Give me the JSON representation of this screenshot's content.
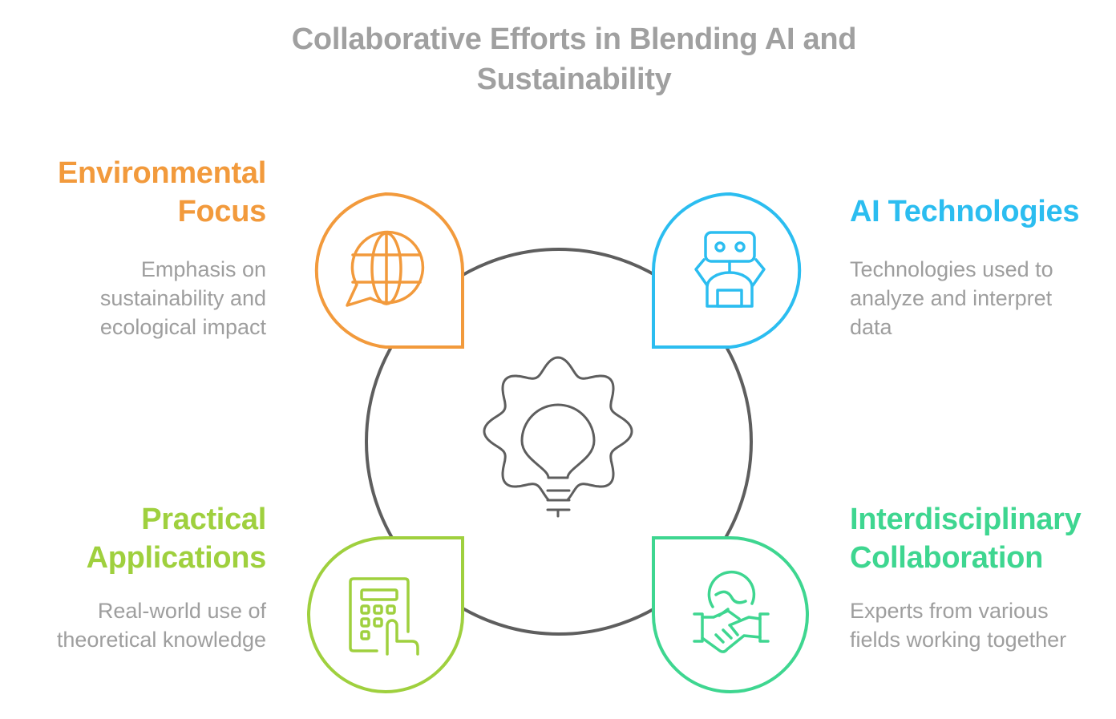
{
  "title": {
    "line1": "Collaborative Efforts in Blending AI and",
    "line2": "Sustainability"
  },
  "center": {
    "icon": "lightbulb-gear-icon"
  },
  "items": [
    {
      "heading_lines": [
        "Environmental",
        "Focus"
      ],
      "description_lines": [
        "Emphasis on",
        "sustainability and",
        "ecological impact"
      ],
      "color": "#f29a3c",
      "icon": "globe-chat-icon"
    },
    {
      "heading_lines": [
        "AI Technologies"
      ],
      "description_lines": [
        "Technologies used to",
        "analyze and interpret",
        "data"
      ],
      "color": "#2bbdf0",
      "icon": "robot-icon"
    },
    {
      "heading_lines": [
        "Practical",
        "Applications"
      ],
      "description_lines": [
        "Real-world use of",
        "theoretical knowledge"
      ],
      "color": "#9fd03e",
      "icon": "keypad-hand-icon"
    },
    {
      "heading_lines": [
        "Interdisciplinary",
        "Collaboration"
      ],
      "description_lines": [
        "Experts from various",
        "fields working together"
      ],
      "color": "#3ed690",
      "icon": "handshake-globe-icon"
    }
  ]
}
